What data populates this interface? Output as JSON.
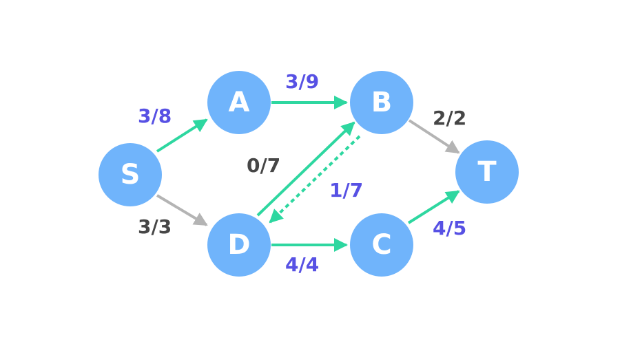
{
  "colors": {
    "node": "#70b4fb",
    "active_edge": "#2ed7a0",
    "saturated_edge": "#b4b4b4",
    "active_label": "#5751e4",
    "saturated_label": "#464646"
  },
  "nodes": [
    {
      "id": "S",
      "label": "S"
    },
    {
      "id": "A",
      "label": "A"
    },
    {
      "id": "B",
      "label": "B"
    },
    {
      "id": "D",
      "label": "D"
    },
    {
      "id": "C",
      "label": "C"
    },
    {
      "id": "T",
      "label": "T"
    }
  ],
  "edges": [
    {
      "id": "s-a",
      "from": "S",
      "to": "A",
      "flow": 3,
      "capacity": 8,
      "label": "3/8",
      "style": "active"
    },
    {
      "id": "s-d",
      "from": "S",
      "to": "D",
      "flow": 3,
      "capacity": 3,
      "label": "3/3",
      "style": "saturated"
    },
    {
      "id": "a-b",
      "from": "A",
      "to": "B",
      "flow": 3,
      "capacity": 9,
      "label": "3/9",
      "style": "active"
    },
    {
      "id": "d-b",
      "from": "D",
      "to": "B",
      "flow": 0,
      "capacity": 7,
      "label": "0/7",
      "style": "active-dark-label"
    },
    {
      "id": "b-d",
      "from": "B",
      "to": "D",
      "flow": 1,
      "capacity": 7,
      "label": "1/7",
      "style": "residual"
    },
    {
      "id": "b-t",
      "from": "B",
      "to": "T",
      "flow": 2,
      "capacity": 2,
      "label": "2/2",
      "style": "saturated"
    },
    {
      "id": "d-c",
      "from": "D",
      "to": "C",
      "flow": 4,
      "capacity": 4,
      "label": "4/4",
      "style": "active"
    },
    {
      "id": "c-t",
      "from": "C",
      "to": "T",
      "flow": 4,
      "capacity": 5,
      "label": "4/5",
      "style": "active"
    }
  ]
}
